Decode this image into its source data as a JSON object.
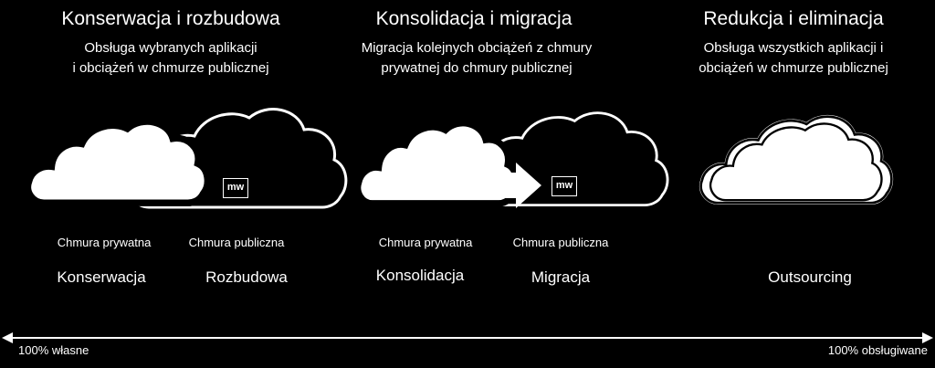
{
  "columns": [
    {
      "title": "Konserwacja i rozbudowa",
      "description_lines": [
        "Obsługa wybranych aplikacji",
        "i obciążeń w chmurze publicznej"
      ],
      "cloud_labels": [
        "Chmura prywatna",
        "Chmura publiczna"
      ],
      "strategy_labels": [
        "Konserwacja",
        "Rozbudowa"
      ]
    },
    {
      "title": "Konsolidacja i migracja",
      "description_lines": [
        "Migracja kolejnych obciążeń z chmury",
        "prywatnej do chmury publicznej"
      ],
      "cloud_labels": [
        "Chmura prywatna",
        "Chmura publiczna"
      ],
      "strategy_labels": [
        "Konsolidacja",
        "Migracja"
      ]
    },
    {
      "title": "Redukcja i eliminacja",
      "description_lines": [
        "Obsługa wszystkich aplikacji i",
        "obciążeń w chmurze publicznej"
      ],
      "strategy_labels": [
        "Outsourcing"
      ]
    }
  ],
  "badge": "mw",
  "axis": {
    "left_label": "100% własne",
    "right_label": "100% obsługiwane"
  },
  "colors": {
    "background": "#000000",
    "foreground": "#ffffff"
  }
}
